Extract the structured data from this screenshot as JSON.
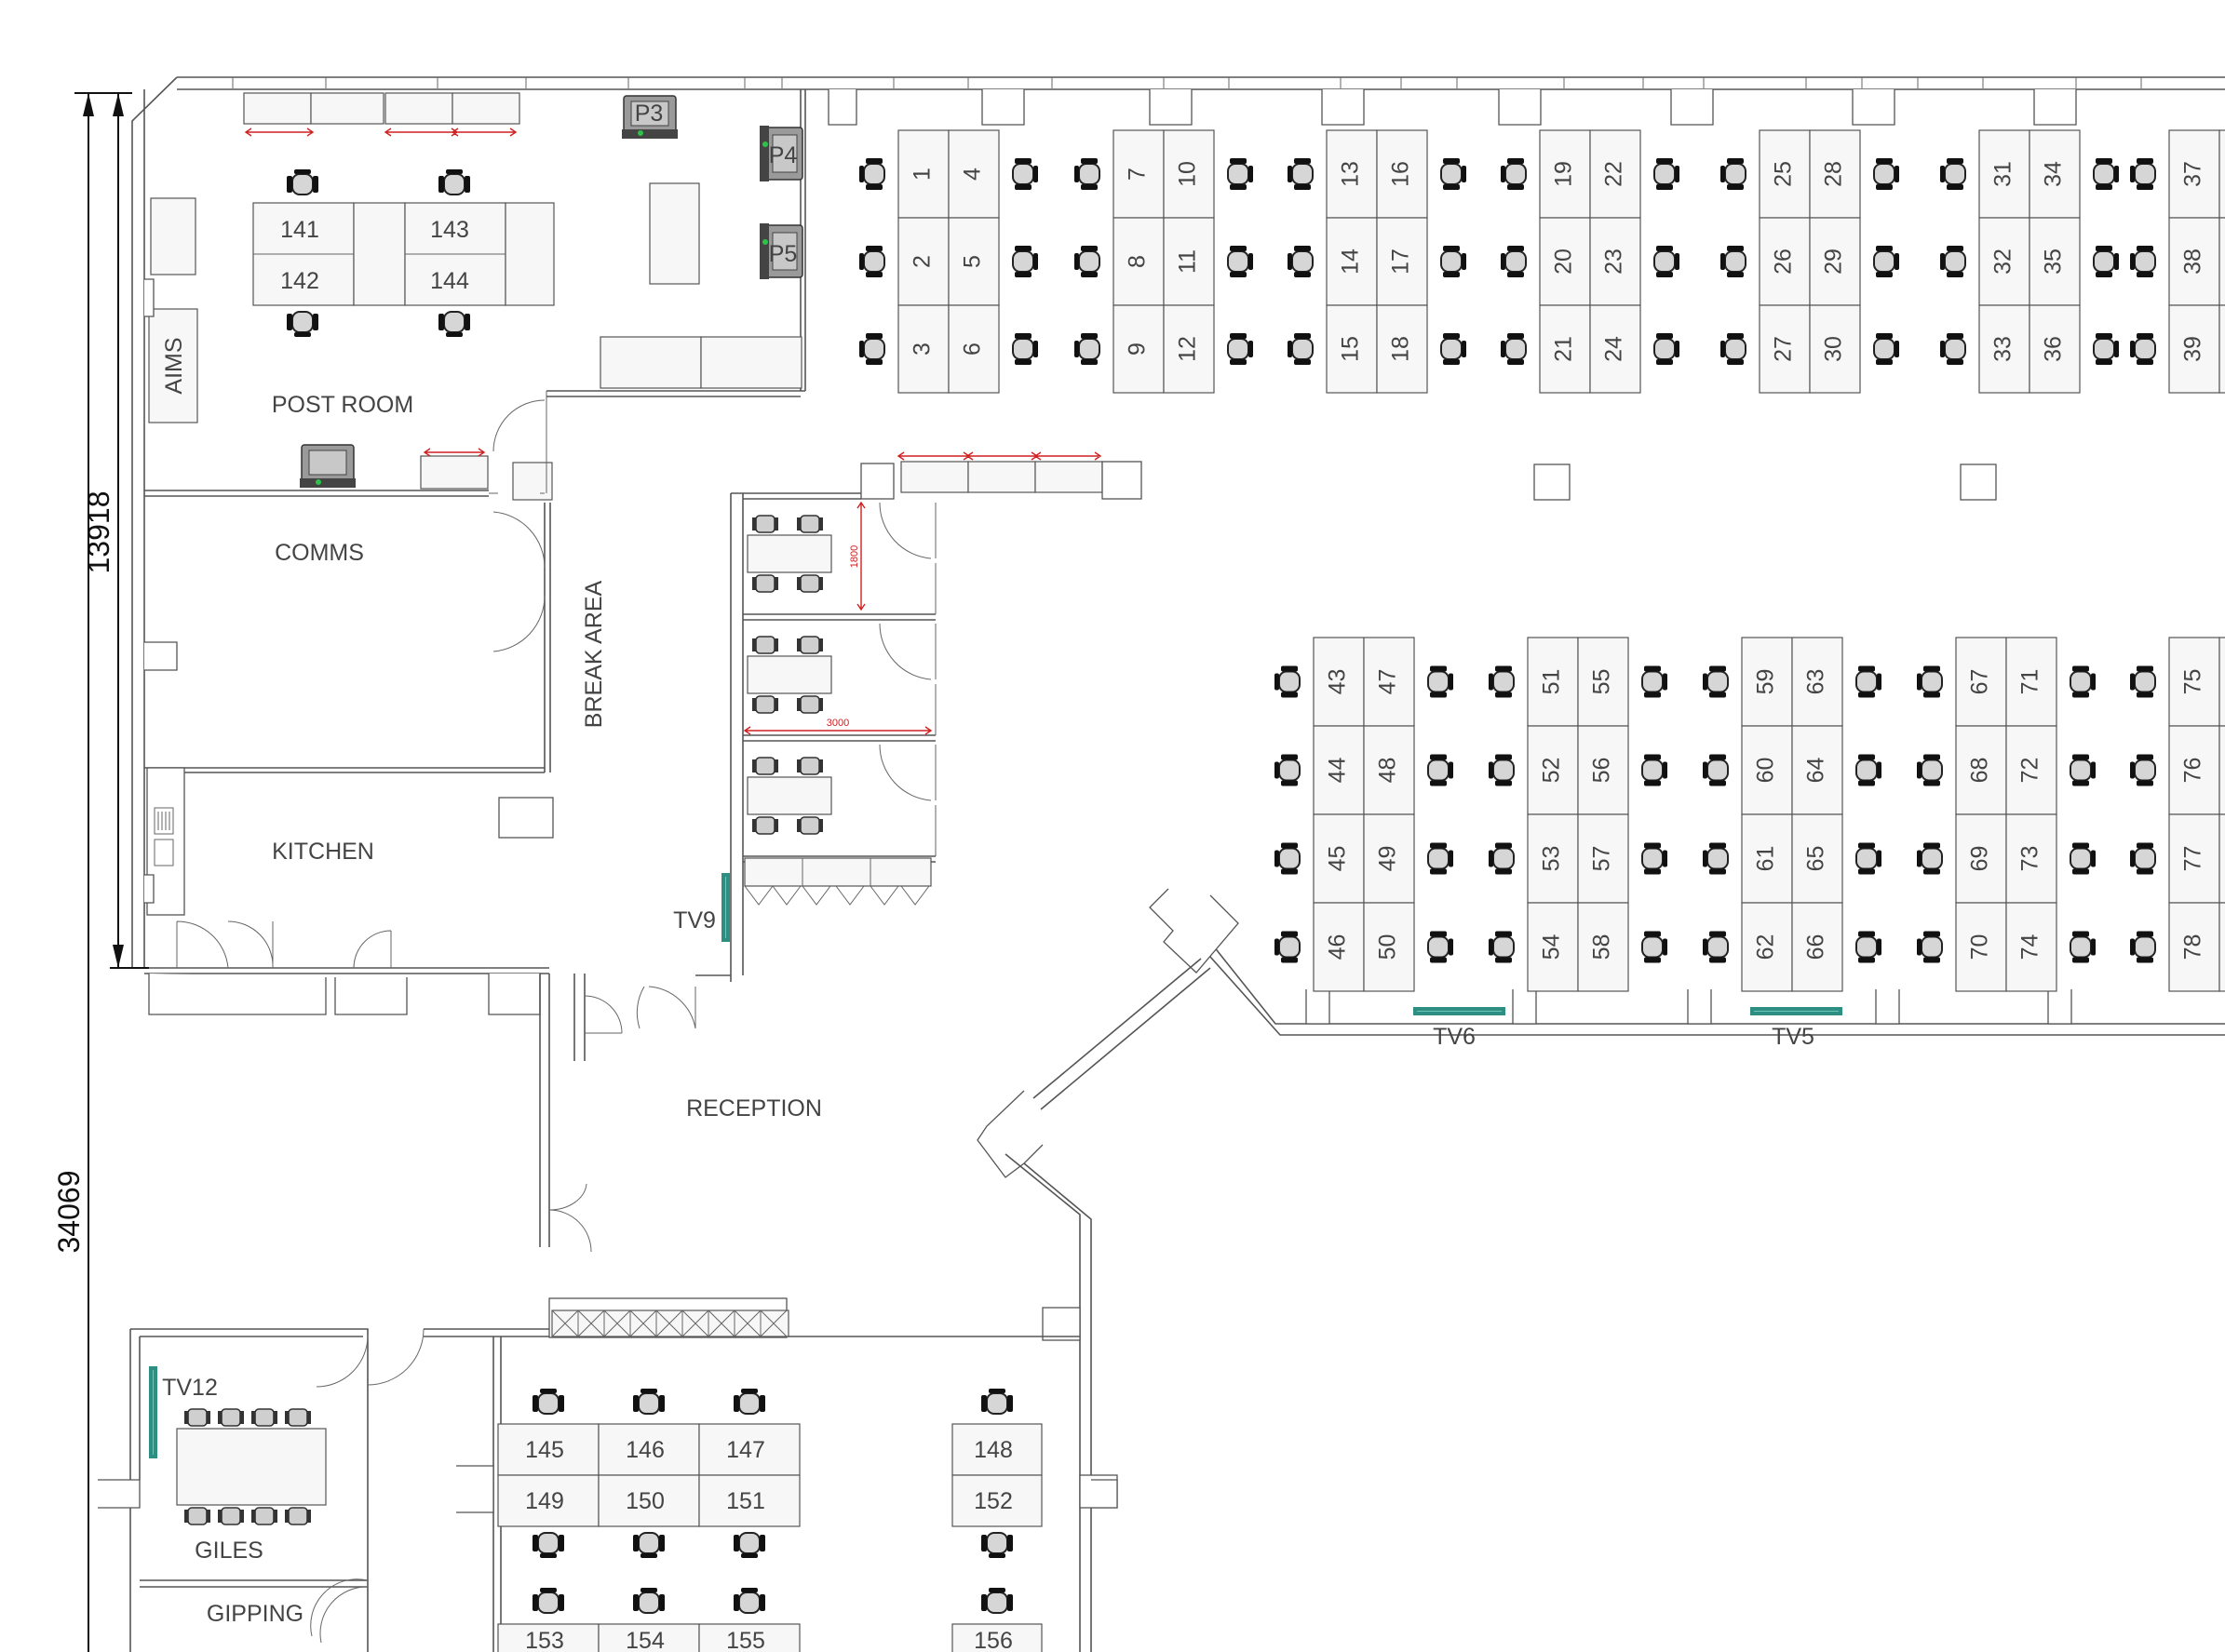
{
  "plan": {
    "dimensions": {
      "total": "34069",
      "upper": "13918"
    },
    "rooms": {
      "post_room": "POST ROOM",
      "comms": "COMMS",
      "kitchen": "KITCHEN",
      "break_area": "BREAK AREA",
      "reception": "RECEPTION",
      "giles": "GILES",
      "gipping": "GIPPING",
      "aims": "AIMS"
    },
    "printers": [
      "P3",
      "P4",
      "P5"
    ],
    "tvs": {
      "tv9": "TV9",
      "tv6": "TV6",
      "tv5": "TV5",
      "tv12": "TV12"
    },
    "red_dims": {
      "d1800": "1800",
      "d3000": "3000"
    },
    "desks": {
      "top_row": [
        "1",
        "2",
        "3",
        "4",
        "5",
        "6",
        "7",
        "8",
        "9",
        "10",
        "11",
        "12",
        "13",
        "14",
        "15",
        "16",
        "17",
        "18",
        "19",
        "20",
        "21",
        "22",
        "23",
        "24",
        "25",
        "26",
        "27",
        "28",
        "29",
        "30",
        "31",
        "32",
        "33",
        "34",
        "35",
        "36",
        "37",
        "38",
        "39"
      ],
      "mid_row": [
        "43",
        "44",
        "45",
        "46",
        "47",
        "48",
        "49",
        "50",
        "51",
        "52",
        "53",
        "54",
        "55",
        "56",
        "57",
        "58",
        "59",
        "60",
        "61",
        "62",
        "63",
        "64",
        "65",
        "66",
        "67",
        "68",
        "69",
        "70",
        "71",
        "72",
        "73",
        "74",
        "75",
        "76",
        "77",
        "78"
      ],
      "post_room": [
        "141",
        "142",
        "143",
        "144"
      ],
      "bottom": [
        "145",
        "146",
        "147",
        "148",
        "149",
        "150",
        "151",
        "152",
        "153",
        "154",
        "155",
        "156"
      ]
    }
  }
}
